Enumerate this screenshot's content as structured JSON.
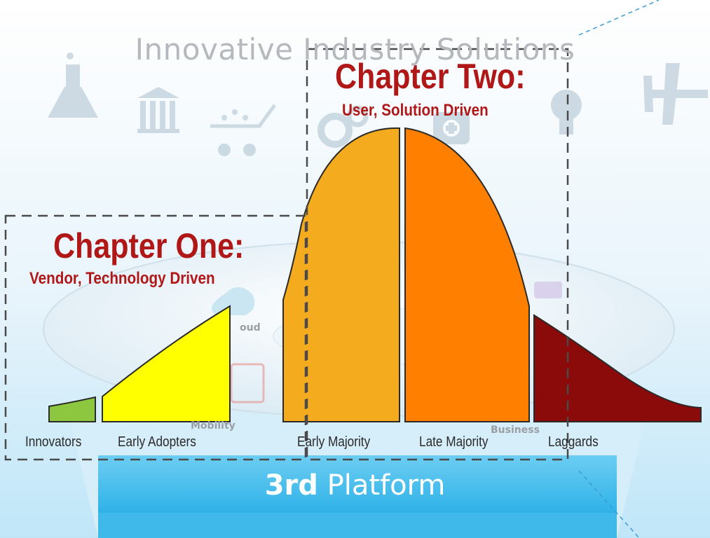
{
  "header": {
    "title": "Innovative Industry Solutions"
  },
  "chapter_two": {
    "title": "Chapter Two:",
    "subtitle": "User, Solution Driven"
  },
  "chapter_one": {
    "title": "Chapter One:",
    "subtitle": "Vendor, Technology Driven"
  },
  "segments": [
    {
      "label": "Innovators",
      "color": "#8dc63f"
    },
    {
      "label": "Early Adopters",
      "color": "#ffff00"
    },
    {
      "label": "Early Majority",
      "color": "#f5ab1e"
    },
    {
      "label": "Late Majority",
      "color": "#ff8000"
    },
    {
      "label": "Laggards",
      "color": "#8b0a0a"
    }
  ],
  "background_words": {
    "cloud": "oud",
    "mobility": "Mobility",
    "business": "Business"
  },
  "platform": {
    "number": "3rd",
    "word": "Platform"
  },
  "colors": {
    "chapter_red": "#b01818",
    "header_grey": "#b5b8bc",
    "platform_blue": "#4ec0ec"
  },
  "icons": [
    "flask-icon",
    "bank-icon",
    "cart-icon",
    "gears-icon",
    "medical-icon",
    "lightbulb-icon",
    "airplane-icon"
  ]
}
